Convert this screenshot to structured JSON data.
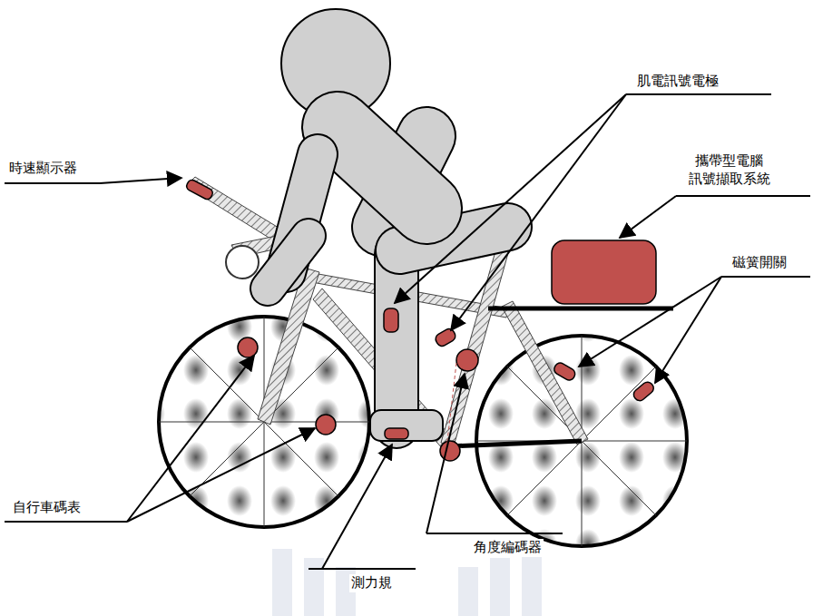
{
  "diagram": {
    "labels": [
      "肌電訊號電極",
      "時速顯示器",
      "攜帶型電腦 訊號擷取系統",
      "磁簧開關",
      "自行車碼表",
      "角度編碼器",
      "測力規"
    ]
  }
}
